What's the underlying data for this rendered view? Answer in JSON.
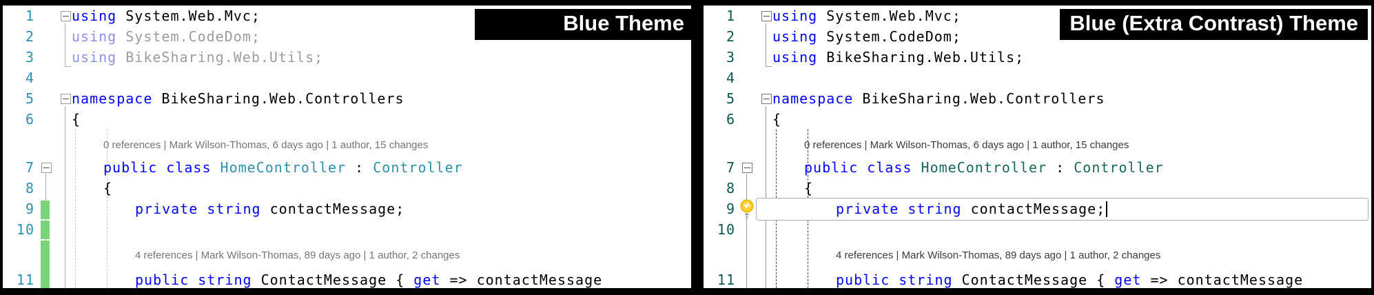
{
  "app": "Visual Studio code editor theme comparison",
  "theme_labels": {
    "left": "Blue Theme",
    "right": "Blue (Extra Contrast) Theme"
  },
  "editor": {
    "line_numbers": [
      "1",
      "2",
      "3",
      "4",
      "5",
      "6",
      "7",
      "8",
      "9",
      "10",
      "11"
    ],
    "codelens": {
      "class_info": "0 references | Mark Wilson-Thomas, 6 days ago | 1 author, 15 changes",
      "property_info": "4 references | Mark Wilson-Thomas, 89 days ago | 1 author, 2 changes"
    },
    "code": {
      "l1": {
        "kw": "using",
        "rest": " System.Web.Mvc;"
      },
      "l2": {
        "kw": "using",
        "rest": " System.CodeDom;"
      },
      "l3": {
        "kw": "using",
        "rest": " BikeSharing.Web.Utils;"
      },
      "l5": {
        "kw": "namespace",
        "rest": " BikeSharing.Web.Controllers"
      },
      "l6": {
        "text": "{"
      },
      "l7": {
        "kw": "public class ",
        "name": "HomeController",
        "sep": " : ",
        "base": "Controller"
      },
      "l8": {
        "text": "{"
      },
      "l9": {
        "kw": "private string",
        "rest": " contactMessage;"
      },
      "l11": {
        "kw": "public string",
        "mid": " ContactMessage { ",
        "kw2": "get",
        "rest": " => contactMessage"
      }
    }
  },
  "icons": {
    "fold_marker": "minus-in-box",
    "lightbulb": "quick-actions-lightbulb"
  },
  "colors": {
    "left_theme": {
      "keyword": "#0000FF",
      "identifier": "#000000",
      "type_name": "#2B91AF",
      "line_number": "#2B91AF",
      "faded_keyword": "#8F8FE8",
      "faded_text": "#9C9C9C",
      "codelens_text": "#757575",
      "indent_guide": "#CACACA",
      "change_bar": "#77D477",
      "background": "#FFFFFF"
    },
    "right_theme": {
      "keyword": "#0000FF",
      "identifier": "#000000",
      "type_name": "#17685C",
      "line_number": "#0C564E",
      "codelens_text": "#3A3A3A",
      "indent_guide": "#404040",
      "current_line_border": "#A9AFBA",
      "lightbulb_yellow": "#FFCE2B",
      "background": "#FFFFFF"
    },
    "frame": "#000000",
    "label_bg": "#000000",
    "label_text": "#FFFFFF"
  }
}
